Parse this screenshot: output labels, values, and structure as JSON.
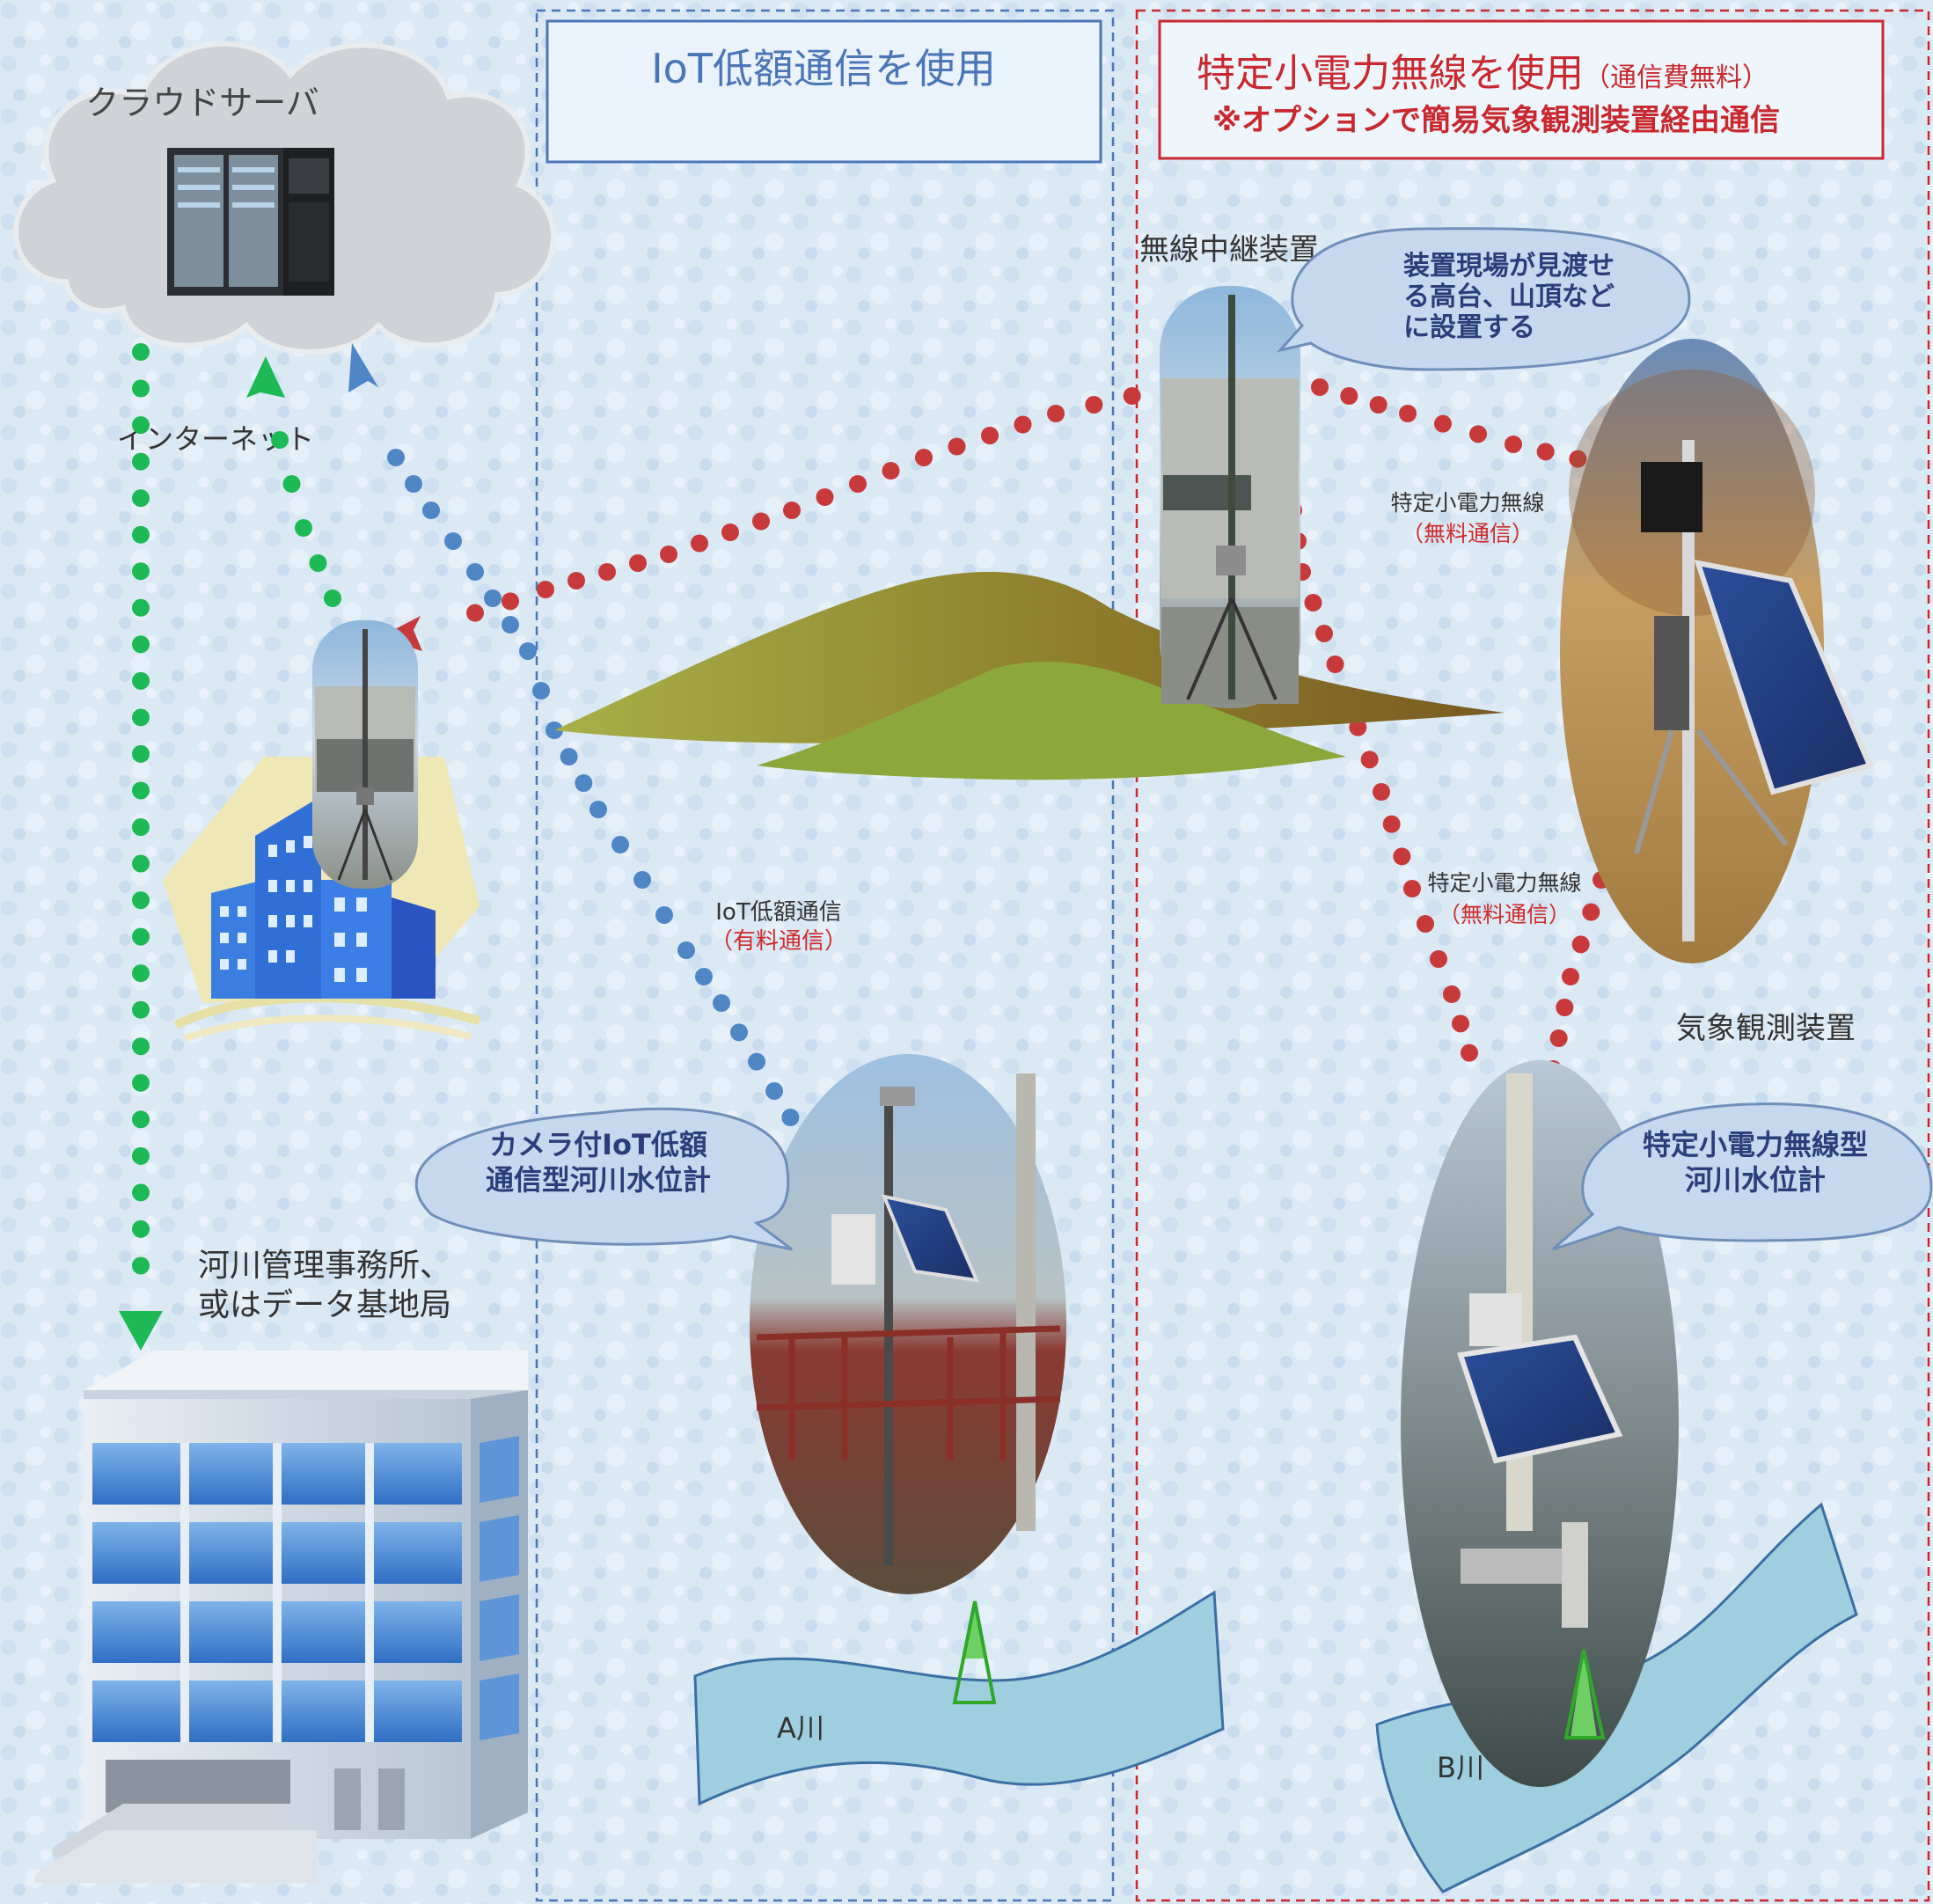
{
  "panels": {
    "iot_title": "IoT低額通信を使用",
    "radio_title_main": "特定小電力無線を使用",
    "radio_title_note": "（通信費無料）",
    "radio_title_sub": "※オプションで簡易気象観測装置経由通信"
  },
  "nodes": {
    "cloud": "クラウドサーバ",
    "internet": "インターネット",
    "office_line1": "河川管理事務所、",
    "office_line2": "或はデータ基地局",
    "relay": "無線中継装置",
    "weather": "気象観測装置",
    "river_a": "A川",
    "river_b": "B川"
  },
  "callouts": {
    "relay_line1": "装置現場が見渡せ",
    "relay_line2": "る高台、山頂など",
    "relay_line3": "に設置する",
    "camera_line1": "カメラ付IoT低額",
    "camera_line2": "通信型河川水位計",
    "radio_gauge_line1": "特定小電力無線型",
    "radio_gauge_line2": "河川水位計"
  },
  "links": {
    "iot_label": "IoT低額通信",
    "iot_cost": "（有料通信）",
    "radio1_label": "特定小電力無線",
    "radio1_cost": "（無料通信）",
    "radio2_label": "特定小電力無線",
    "radio2_cost": "（無料通信）"
  },
  "colors": {
    "green_link": "#1db954",
    "blue_link": "#4f86c6",
    "red_link": "#c83a3a",
    "iot_panel": "#4a76b8",
    "radio_panel": "#c8282e"
  }
}
